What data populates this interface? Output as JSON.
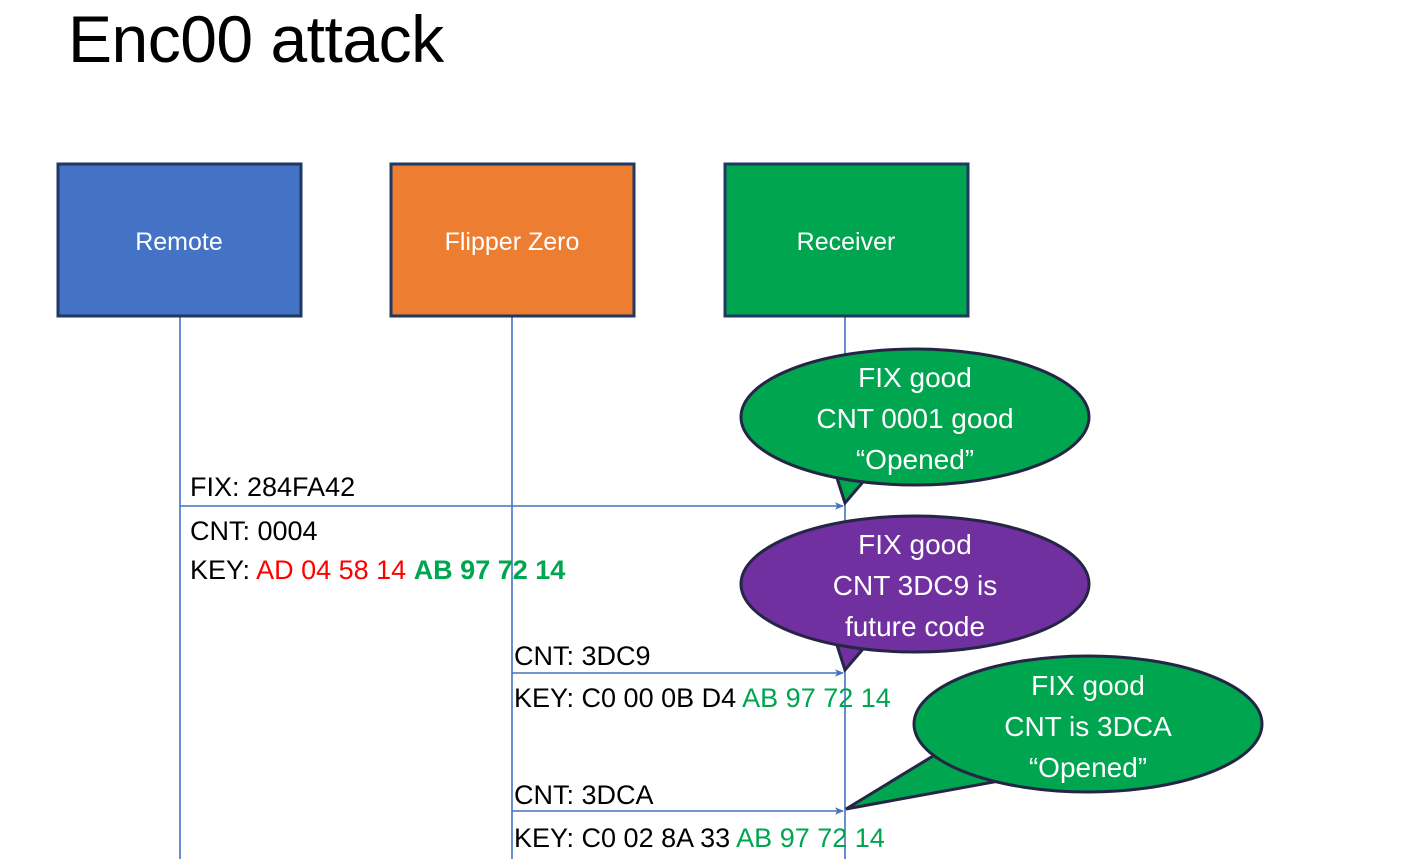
{
  "slide": {
    "title": "Enc00 attack",
    "background": "#FFFFFF"
  },
  "colors": {
    "remote_fill": "#4472C4",
    "flipper_fill": "#ED7D31",
    "receiver_fill": "#00A550",
    "box_border": "#1F3864",
    "bubble_green": "#00A550",
    "bubble_purple": "#7030A0",
    "bubble_border": "#252545",
    "lifeline": "#4472C4",
    "hex_red": "#FF0000",
    "hex_green": "#00A550",
    "text_black": "#000000"
  },
  "actors": [
    {
      "id": "remote",
      "label": "Remote",
      "fill": "#4472C4"
    },
    {
      "id": "flipper",
      "label": "Flipper Zero",
      "fill": "#ED7D31"
    },
    {
      "id": "receiver",
      "label": "Receiver",
      "fill": "#00A550"
    }
  ],
  "messages": [
    {
      "id": "msg-1",
      "from": "remote",
      "to": "receiver",
      "lines": [
        {
          "text": "FIX: 284FA42",
          "color": "black"
        }
      ],
      "below_lines": [
        {
          "text": "CNT: 0004",
          "color": "black"
        },
        {
          "prefix": "KEY: ",
          "red": "AD 04 58 14",
          "green": "AB 97 72 14"
        }
      ]
    },
    {
      "id": "msg-2",
      "from": "flipper",
      "to": "receiver",
      "lines": [
        {
          "text": "CNT: 3DC9",
          "color": "black"
        }
      ],
      "below_lines": [
        {
          "prefix": "KEY: C0 00 0B D4 ",
          "green": "AB 97 72 14"
        }
      ]
    },
    {
      "id": "msg-3",
      "from": "flipper",
      "to": "receiver",
      "lines": [
        {
          "text": "CNT: 3DCA",
          "color": "black"
        }
      ],
      "below_lines": [
        {
          "prefix": "KEY: C0 02 8A 33 ",
          "green": "AB 97 72 14"
        }
      ]
    }
  ],
  "callouts": [
    {
      "id": "callout-1",
      "fill": "#00A550",
      "lines": [
        "FIX good",
        "CNT 0001 good",
        "“Opened”"
      ]
    },
    {
      "id": "callout-2",
      "fill": "#7030A0",
      "lines": [
        "FIX good",
        "CNT 3DC9 is",
        "future code"
      ]
    },
    {
      "id": "callout-3",
      "fill": "#00A550",
      "lines": [
        "FIX good",
        "CNT is 3DCA",
        "“Opened”"
      ]
    }
  ],
  "text_fragments": {
    "fix_line": "FIX: 284FA42",
    "cnt_0004": "CNT: 0004",
    "key_label": "KEY: ",
    "key1_red": "AD 04 58 14",
    "key1_green": "AB 97 72 14",
    "cnt_3dc9": "CNT: 3DC9",
    "key2_black": "KEY: C0 00 0B D4 ",
    "key2_green": "AB 97 72 14",
    "cnt_3dca": "CNT: 3DCA",
    "key3_black": "KEY: C0 02 8A 33 ",
    "key3_green": "AB 97 72 14"
  }
}
